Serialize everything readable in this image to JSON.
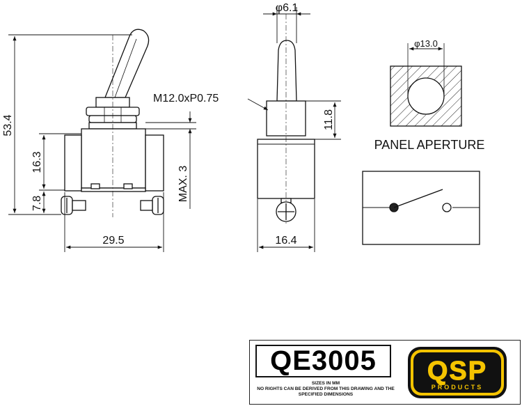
{
  "dimensions": {
    "overall_height": "53.4",
    "body_height": "16.3",
    "terminal_height": "7.8",
    "overall_width": "29.5",
    "max_3": "MAX. 3",
    "thread": "M12.0xP0.75",
    "lever_diameter": "φ6.1",
    "bushing_height": "11.8",
    "side_width": "16.4",
    "aperture_diameter": "φ13.0"
  },
  "labels": {
    "panel_aperture": "PANEL APERTURE"
  },
  "title_block": {
    "part_number": "QE3005",
    "note_line_1": "SIZES IN MM",
    "note_line_2": "NO RIGHTS CAN BE DERIVED FROM THIS DRAWING AND THE",
    "note_line_3": "SPECIFIED DIMENSIONS",
    "logo_text": "QSP",
    "logo_subtext": "PRODUCTS"
  },
  "colors": {
    "ink": "#111111",
    "logo_fill": "#f5c400",
    "logo_dark": "#111111"
  }
}
